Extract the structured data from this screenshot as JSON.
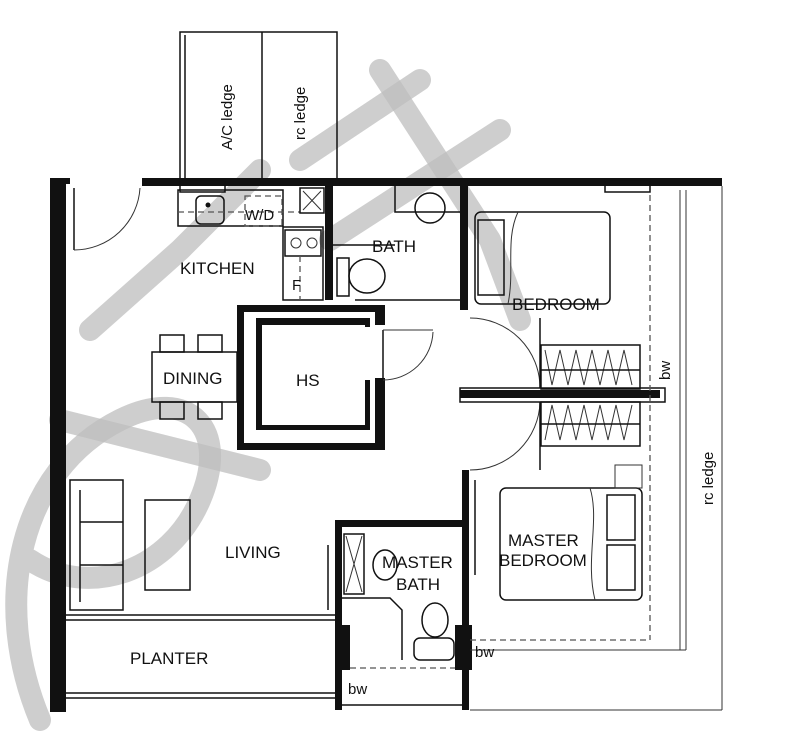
{
  "plan": {
    "rooms": {
      "ac_ledge": "A/C ledge",
      "rc_ledge_top": "rc ledge",
      "kitchen": "KITCHEN",
      "wd": "W/D",
      "fridge": "F",
      "bath": "BATH",
      "bedroom": "BEDROOM",
      "dining": "DINING",
      "hs": "HS",
      "bw_bedroom": "bw",
      "rc_ledge_right": "rc ledge",
      "living": "LIVING",
      "master_bath_1": "MASTER",
      "master_bath_2": "BATH",
      "master_bedroom_1": "MASTER",
      "master_bedroom_2": "BEDROOM",
      "planter": "PLANTER",
      "bw_master": "bw",
      "bw_bottom": "bw"
    },
    "colors": {
      "wall": "#111111",
      "watermark": "#bdbdbd"
    }
  }
}
